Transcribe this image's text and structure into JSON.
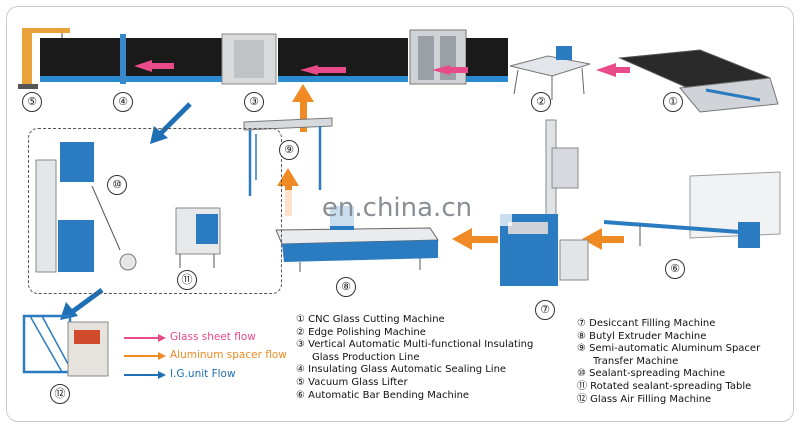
{
  "watermark": "en.china.cn",
  "legend": [
    {
      "label": "Glass sheet flow",
      "color": "#e84a8a"
    },
    {
      "label": "Aluminum spacer flow",
      "color": "#f08a24"
    },
    {
      "label": "I.G.unit Flow",
      "color": "#1f6fb5"
    }
  ],
  "machines_left": [
    "① CNC Glass Cutting Machine",
    "② Edge Polishing Machine",
    "③ Vertical Automatic Multi-functional Insulating",
    "Glass Production Line",
    "④ Insulating Glass Automatic Sealing Line",
    "⑤ Vacuum Glass Lifter",
    "⑥ Automatic Bar Bending Machine"
  ],
  "machines_right": [
    "⑦ Desiccant Filling Machine",
    "⑧ Butyl Extruder Machine",
    "⑨ Semi-automatic Aluminum Spacer",
    "Transfer Machine",
    "⑩ Sealant-spreading Machine",
    "⑪ Rotated sealant-spreading Table",
    "⑫ Glass Air Filling Machine"
  ],
  "numbers": [
    "①",
    "②",
    "③",
    "④",
    "⑤",
    "⑥",
    "⑦",
    "⑧",
    "⑨",
    "⑩",
    "⑪",
    "⑫"
  ]
}
